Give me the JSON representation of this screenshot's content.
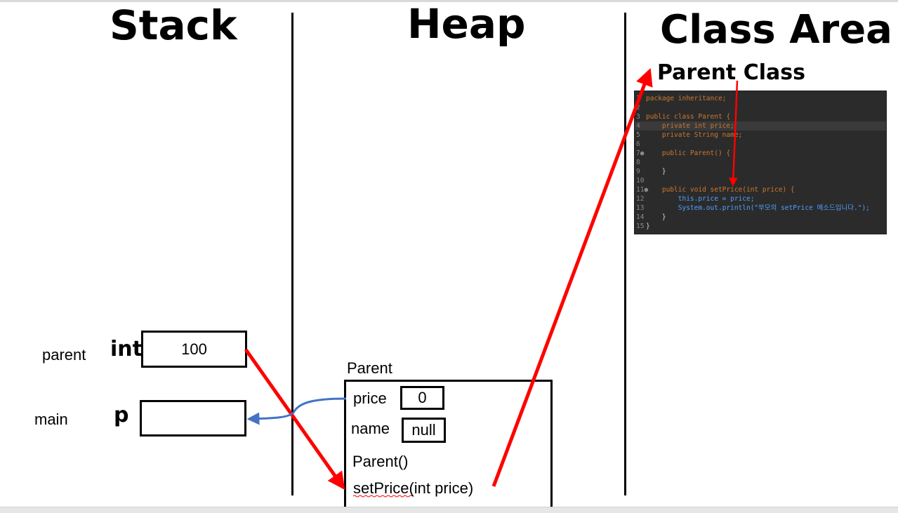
{
  "headers": {
    "stack": "Stack",
    "heap": "Heap",
    "class_area": "Class Area"
  },
  "stack": {
    "frames": [
      {
        "frame": "parent",
        "var": "int",
        "value": "100"
      },
      {
        "frame": "main",
        "var": "p",
        "value": ""
      }
    ]
  },
  "heap": {
    "object_label": "Parent",
    "fields": [
      {
        "name": "price",
        "value": "0"
      },
      {
        "name": "name",
        "value": "null"
      }
    ],
    "methods": [
      "Parent()",
      "setPrice(int price)"
    ]
  },
  "class_area": {
    "class_label": "Parent Class",
    "code_lines": [
      {
        "n": "1",
        "t": "package inheritance;"
      },
      {
        "n": "2",
        "t": ""
      },
      {
        "n": "3",
        "t": "public class Parent {"
      },
      {
        "n": "4",
        "t": "    private int price;"
      },
      {
        "n": "5",
        "t": "    private String name;"
      },
      {
        "n": "6",
        "t": ""
      },
      {
        "n": "7●",
        "t": "    public Parent() {"
      },
      {
        "n": "8",
        "t": ""
      },
      {
        "n": "9",
        "t": "    }"
      },
      {
        "n": "10",
        "t": ""
      },
      {
        "n": "11●",
        "t": "    public void setPrice(int price) {"
      },
      {
        "n": "12",
        "t": "        this.price = price;"
      },
      {
        "n": "13",
        "t": "        System.out.println(\"부모의 setPrice 메소드입니다.\");"
      },
      {
        "n": "14",
        "t": "    }"
      },
      {
        "n": "15",
        "t": "}"
      }
    ]
  },
  "colors": {
    "arrow_red": "#ff0000",
    "arrow_blue": "#4472c4",
    "code_bg": "#2b2b2b"
  }
}
